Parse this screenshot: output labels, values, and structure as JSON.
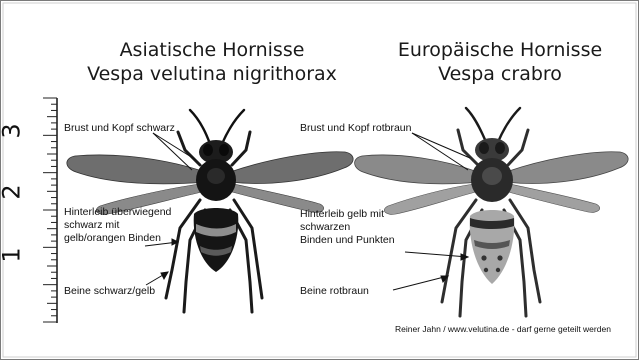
{
  "left": {
    "title_line1": "Asiatische Hornisse",
    "title_line2": "Vespa velutina nigrithorax",
    "label_head": "Brust und Kopf schwarz",
    "label_abdomen_1": "Hinterleib überwiegend",
    "label_abdomen_2": "schwarz mit",
    "label_abdomen_3": "gelb/orangen Binden",
    "label_legs": "Beine schwarz/gelb"
  },
  "right": {
    "title_line1": "Europäische Hornisse",
    "title_line2": "Vespa crabro",
    "label_head": "Brust und Kopf rotbraun",
    "label_abdomen_1": "Hinterleib gelb mit",
    "label_abdomen_2": "schwarzen",
    "label_abdomen_3": "Binden und Punkten",
    "label_legs": "Beine rotbraun"
  },
  "ruler": {
    "numbers": [
      "3",
      "2",
      "1"
    ]
  },
  "credit": "Reiner Jahn / www.velutina.de - darf gerne geteilt werden"
}
